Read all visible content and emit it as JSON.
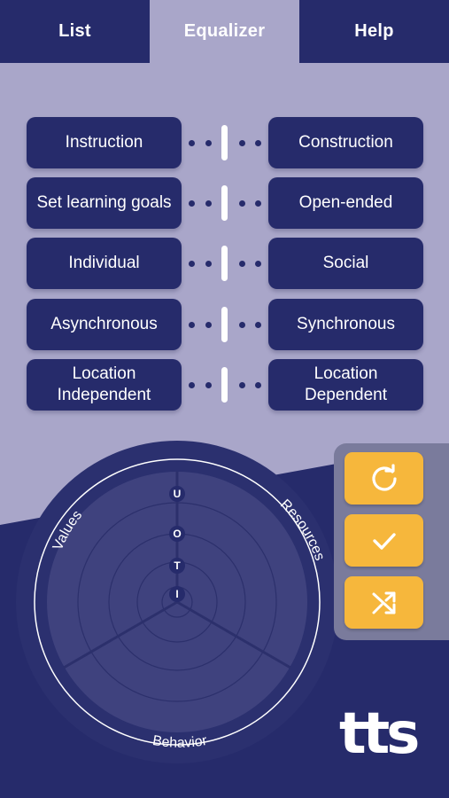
{
  "tabs": [
    {
      "label": "List",
      "active": false
    },
    {
      "label": "Equalizer",
      "active": true
    },
    {
      "label": "Help",
      "active": false
    }
  ],
  "sliders": [
    {
      "left": "Instruction",
      "right": "Construction"
    },
    {
      "left": "Set learning goals",
      "right": "Open-ended"
    },
    {
      "left": "Individual",
      "right": "Social"
    },
    {
      "left": "Asynchronous",
      "right": "Synchronous"
    },
    {
      "left": "Location Independent",
      "right": "Location Dependent"
    }
  ],
  "radar": {
    "sectors": [
      "Values",
      "Resources",
      "Behavior"
    ],
    "levels": [
      "U",
      "O",
      "T",
      "I"
    ]
  },
  "actions": {
    "reset_icon": "refresh-icon",
    "confirm_icon": "checkmark-icon",
    "shuffle_icon": "shuffle-icon"
  },
  "logo": "tts",
  "colors": {
    "navy": "#262b6b",
    "lavender": "#a9a6c9",
    "accent": "#f6b73c",
    "panel": "#7a7b9c"
  }
}
